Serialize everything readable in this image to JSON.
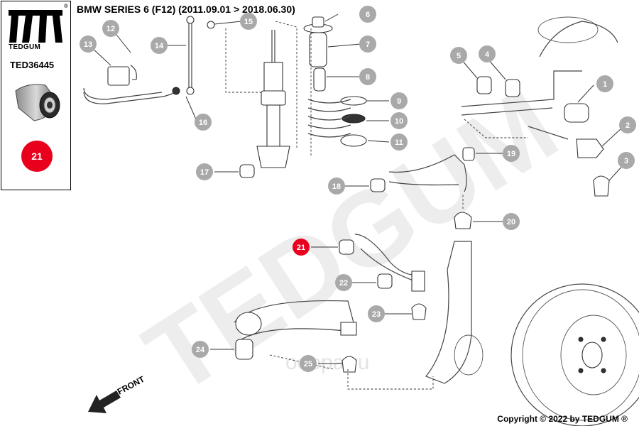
{
  "header": {
    "title": "BMW SERIES 6 (F12)  (2011.09.01 > 2018.06.30)"
  },
  "sidebar": {
    "brand_name": "TEDGUM",
    "reg_mark": "®",
    "part_code": "TED36445",
    "selected_item": "21",
    "photo_icon": "bushing-photo-icon",
    "brand_icon": "tedgum-logo-icon"
  },
  "diagram": {
    "watermark": "TEDGUM",
    "watermark_domain": "oeopa.ru",
    "front_label": "FRONT",
    "callout_color": "#a9a9a9",
    "selected_color": "#e8001c",
    "callouts": [
      "1",
      "2",
      "3",
      "4",
      "5",
      "6",
      "7",
      "8",
      "9",
      "10",
      "11",
      "12",
      "13",
      "14",
      "15",
      "16",
      "17",
      "18",
      "19",
      "20",
      "21",
      "22",
      "23",
      "24",
      "25"
    ]
  },
  "footer": {
    "copyright": "Copyright © 2022 by TEDGUM ®"
  }
}
